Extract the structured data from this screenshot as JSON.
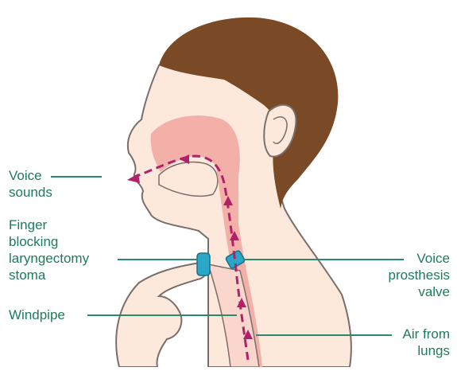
{
  "colors": {
    "label_text": "#1f7a5e",
    "leader_line": "#2b8a6c",
    "skin": "#fde8dc",
    "skin_outline": "#7a6e6a",
    "hair": "#7a4a26",
    "airway": "#f2b0a8",
    "airflow_arrows": "#b3206a",
    "valve": "#2aa6c9"
  },
  "labels": {
    "voice_sounds": [
      "Voice",
      "sounds"
    ],
    "finger_blocking": [
      "Finger",
      "blocking",
      "laryngectomy",
      "stoma"
    ],
    "windpipe": [
      "Windpipe"
    ],
    "voice_prosthesis_valve": [
      "Voice",
      "prosthesis",
      "valve"
    ],
    "air_from_lungs": [
      "Air from",
      "lungs"
    ]
  },
  "icons": {
    "airflow": "arrow-up-icon",
    "valve": "valve-icon"
  }
}
